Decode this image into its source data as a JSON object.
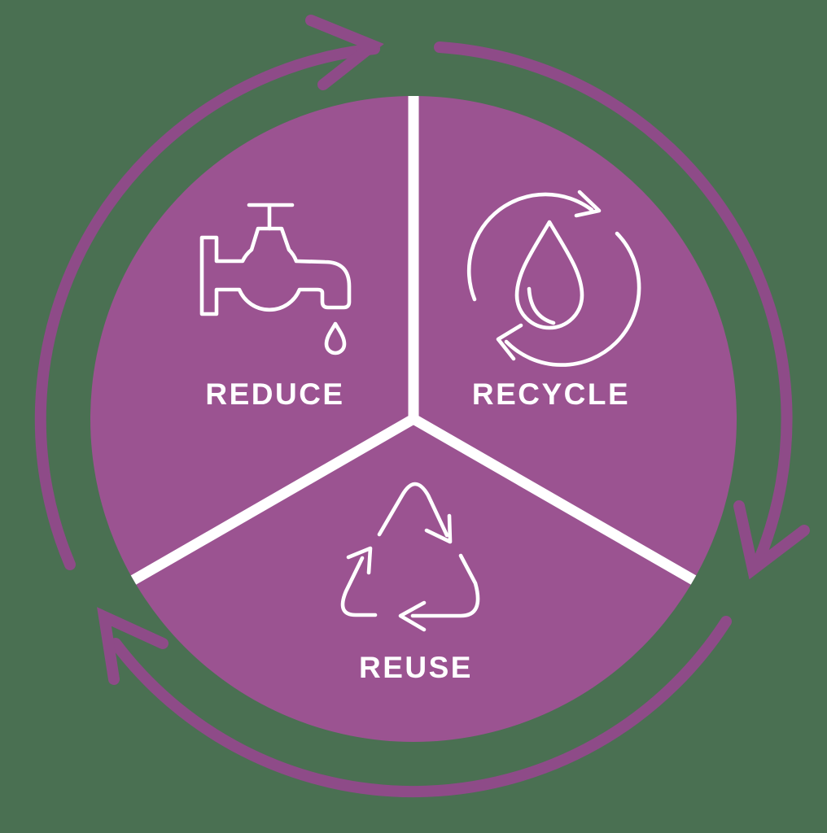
{
  "diagram": {
    "segments": [
      {
        "label": "REDUCE",
        "icon": "faucet-icon",
        "position": "top-left"
      },
      {
        "label": "RECYCLE",
        "icon": "water-drop-recycle-icon",
        "position": "top-right"
      },
      {
        "label": "REUSE",
        "icon": "recycle-triangle-icon",
        "position": "bottom"
      }
    ],
    "colors": {
      "background": "#4a7052",
      "circle": "#9b5391",
      "outer_arrows": "#8e4b88",
      "line_art": "#ffffff"
    }
  }
}
